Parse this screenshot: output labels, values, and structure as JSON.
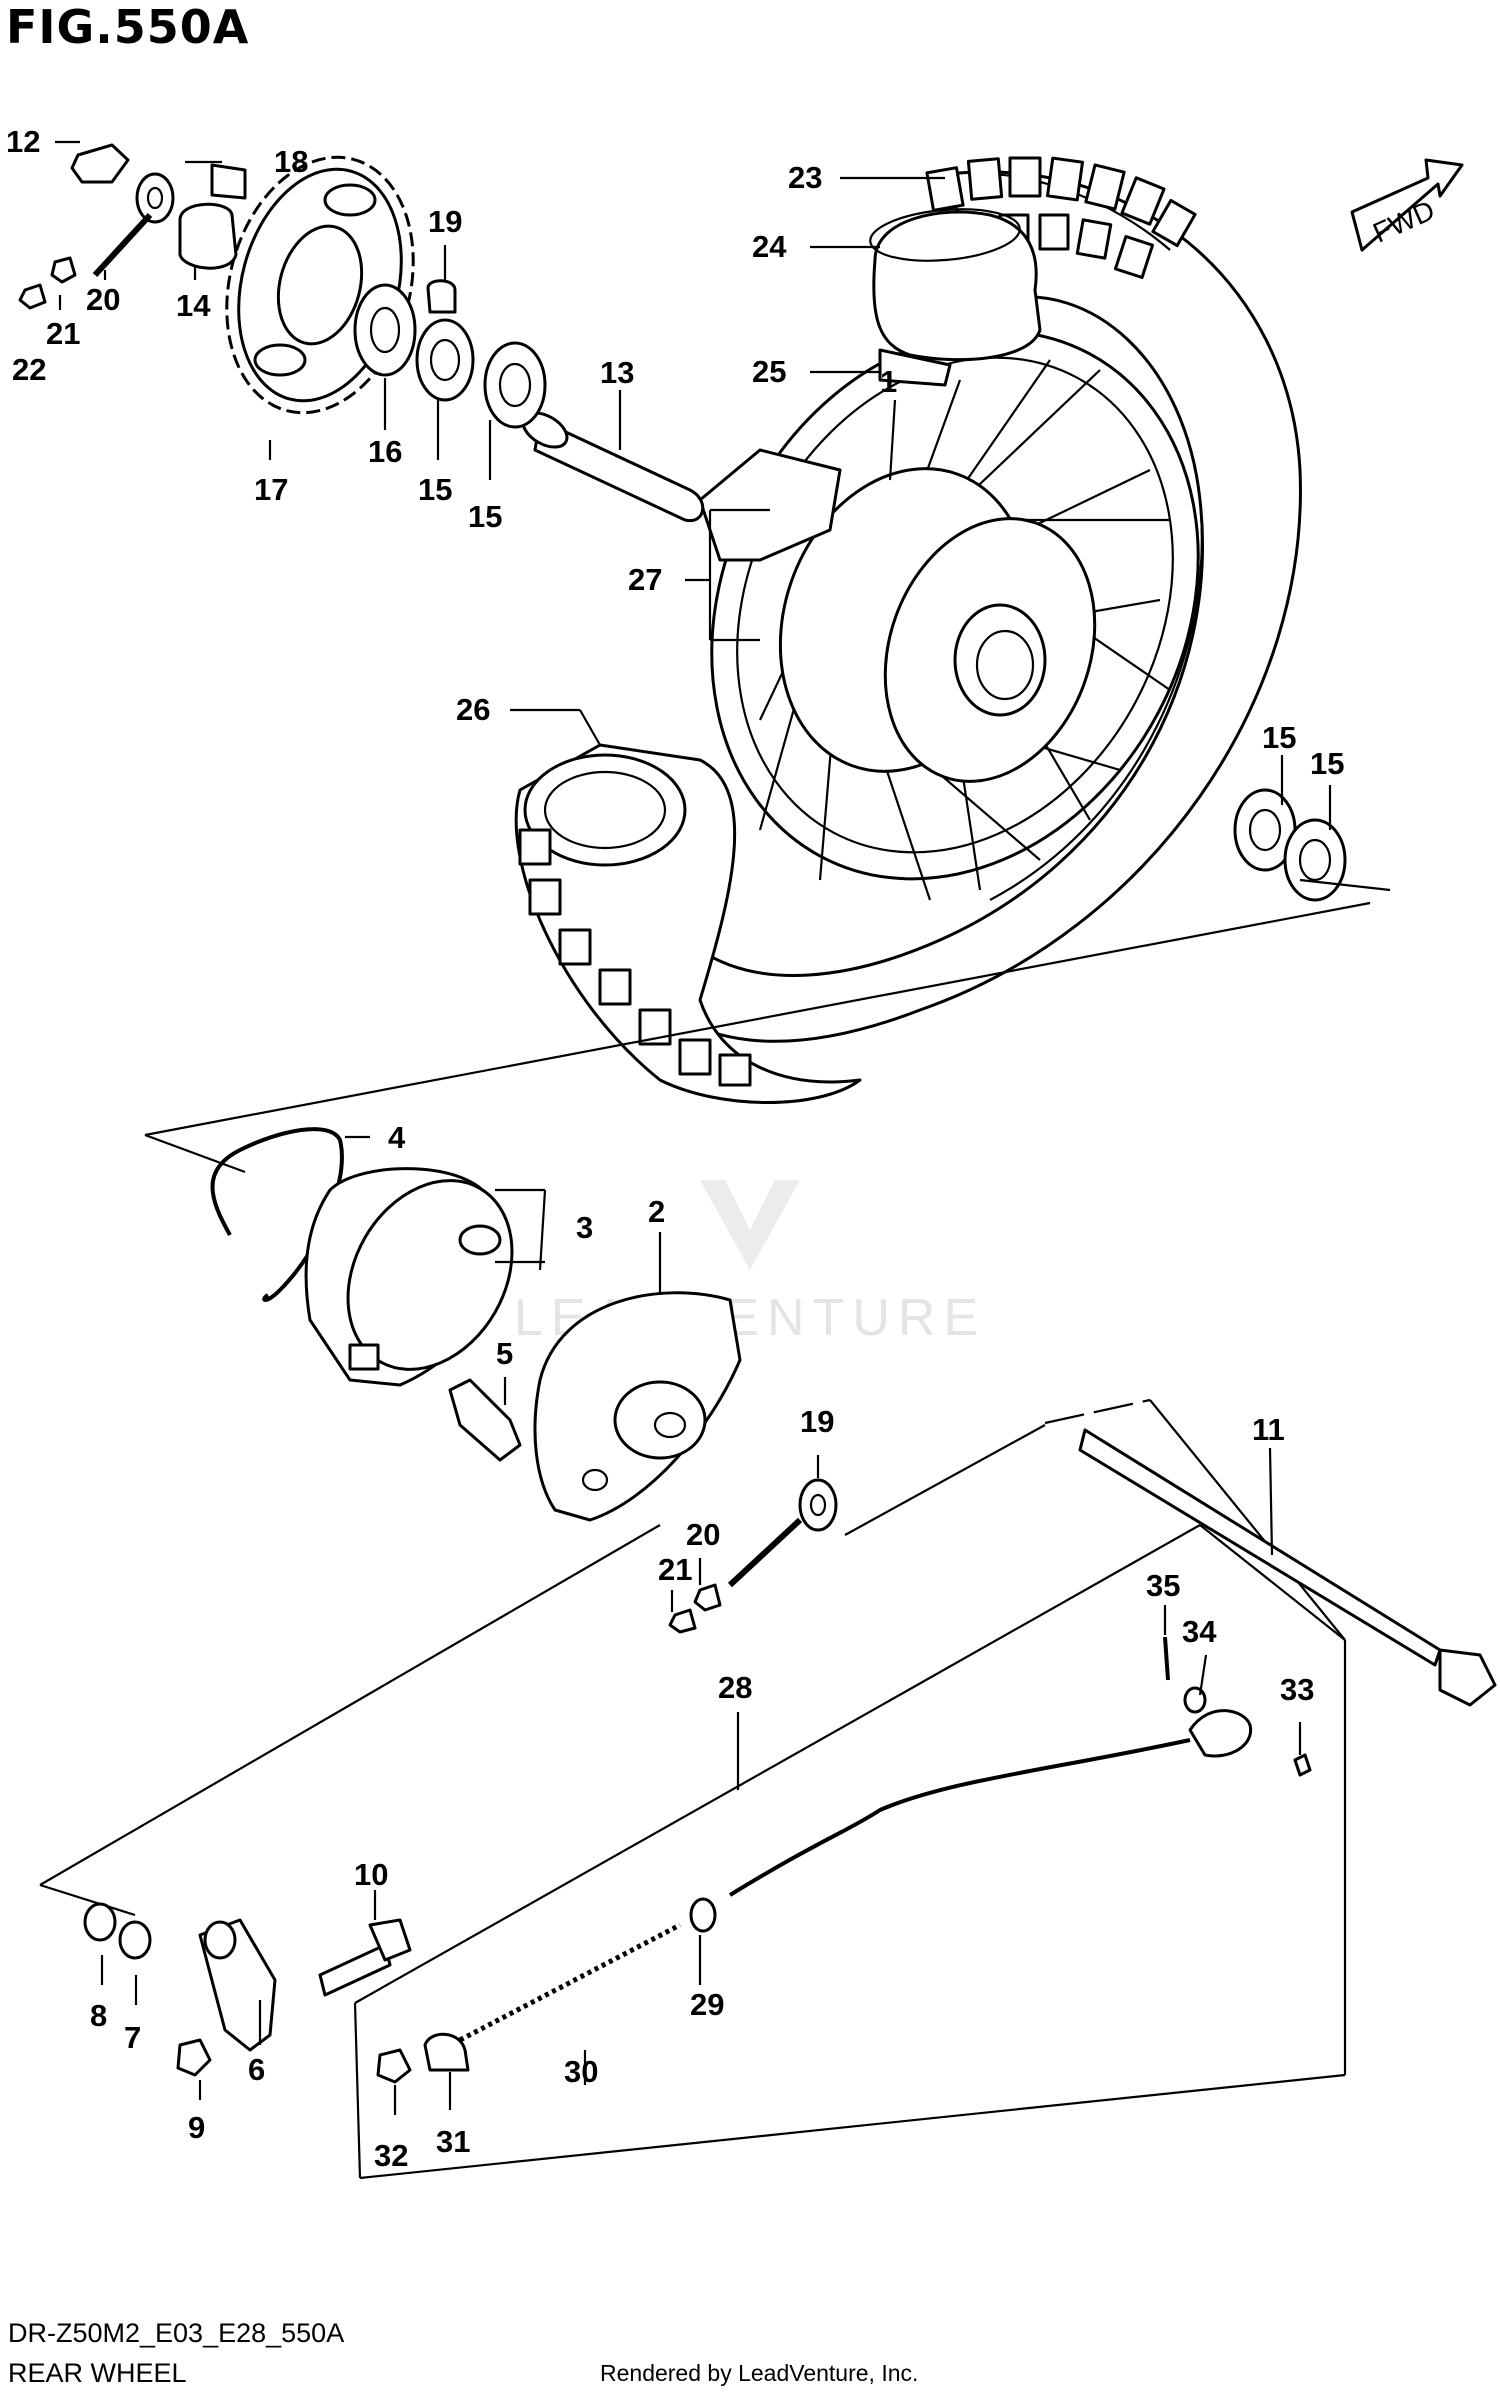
{
  "figure": {
    "id": "FIG.550A"
  },
  "fwd_label": "FWD",
  "watermark": "LEADVENTURE",
  "callouts": {
    "c1": "1",
    "c2": "2",
    "c3": "3",
    "c4": "4",
    "c5": "5",
    "c6": "6",
    "c7": "7",
    "c8": "8",
    "c9": "9",
    "c10": "10",
    "c11": "11",
    "c12": "12",
    "c13": "13",
    "c14": "14",
    "c15a": "15",
    "c15b": "15",
    "c15c": "15",
    "c15d": "15",
    "c16": "16",
    "c17": "17",
    "c18": "18",
    "c19a": "19",
    "c19b": "19",
    "c20a": "20",
    "c20b": "20",
    "c21a": "21",
    "c21b": "21",
    "c22": "22",
    "c23": "23",
    "c24": "24",
    "c25": "25",
    "c26": "26",
    "c27": "27",
    "c28": "28",
    "c29": "29",
    "c30": "30",
    "c31": "31",
    "c32": "32",
    "c33": "33",
    "c34": "34",
    "c35": "35"
  },
  "footer": {
    "model_code": "DR-Z50M2_E03_E28_550A",
    "section_title": "REAR WHEEL",
    "credit": "Rendered by LeadVenture, Inc."
  }
}
